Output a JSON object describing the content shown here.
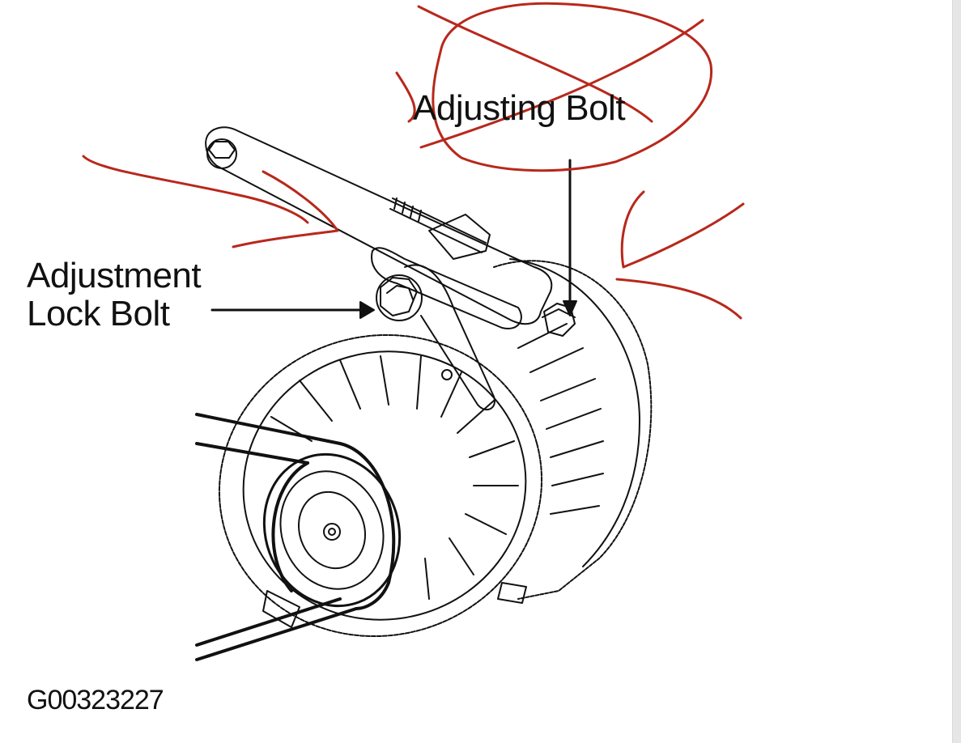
{
  "labels": {
    "adjusting_bolt": "Adjusting Bolt",
    "lock_bolt_line1": "Adjustment",
    "lock_bolt_line2": "Lock Bolt",
    "figure_code": "G00323227"
  },
  "colors": {
    "line_art": "#111111",
    "annotation": "#b8281c",
    "background": "#ffffff"
  },
  "icons": [
    "alternator-illustration",
    "bolt-icon",
    "pulley-icon",
    "belt-icon"
  ]
}
